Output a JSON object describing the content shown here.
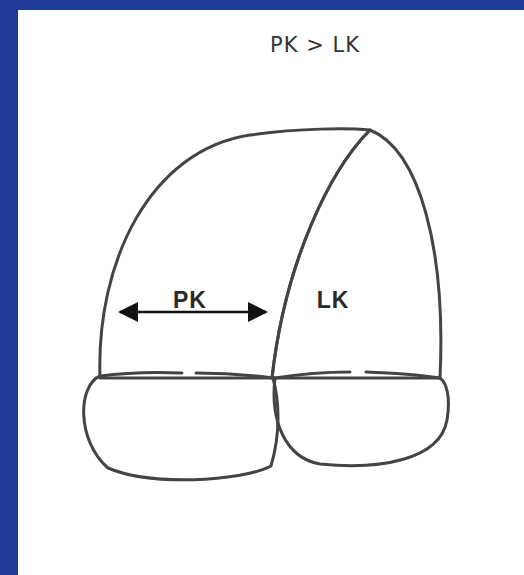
{
  "diagram": {
    "title": "PK > LK",
    "nodes": [
      {
        "text": [
          "PK"
        ]
      },
      {
        "text": [
          "LK"
        ]
      }
    ]
  }
}
